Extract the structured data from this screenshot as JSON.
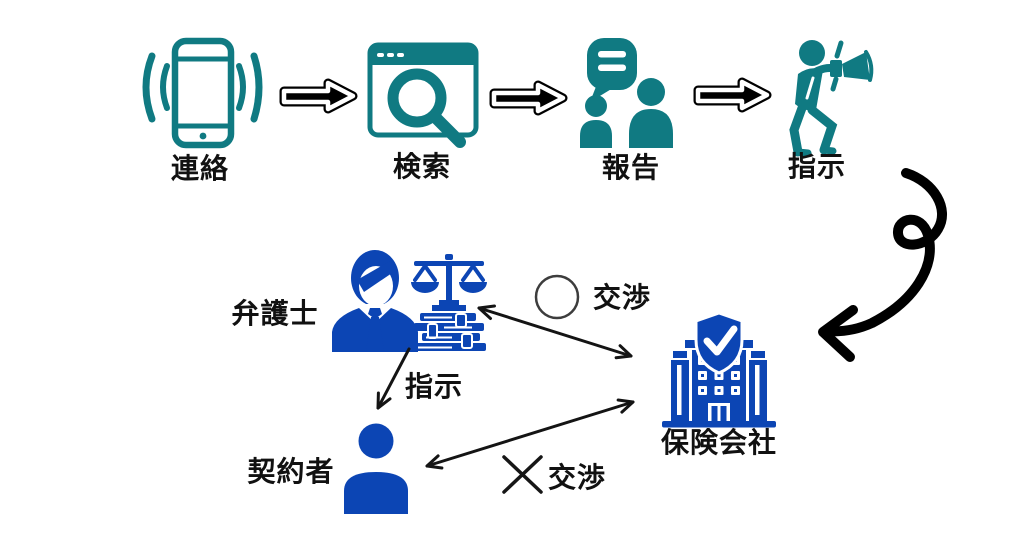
{
  "colors": {
    "teal": "#107A82",
    "blue": "#0C45B4",
    "arrow_black": "#111111"
  },
  "top_flow": {
    "steps": [
      {
        "label": "連絡",
        "icon": "ringing-phone-icon"
      },
      {
        "label": "検索",
        "icon": "browser-search-icon"
      },
      {
        "label": "報告",
        "icon": "report-people-icon"
      },
      {
        "label": "指示",
        "icon": "megaphone-person-icon"
      }
    ],
    "connector": "block-arrow-right"
  },
  "bottom": {
    "lawyer": {
      "label": "弁護士",
      "icon": "lawyer-scales-icon"
    },
    "policyholder": {
      "label": "契約者",
      "icon": "policyholder-person-icon"
    },
    "insurer": {
      "label": "保険会社",
      "icon": "insurance-building-shield-icon"
    },
    "edges": {
      "lawyer_insurer": {
        "marker": "○",
        "label": "交渉",
        "direction": "both"
      },
      "lawyer_policyholder": {
        "label": "指示",
        "direction": "to-policyholder"
      },
      "policyholder_insurer": {
        "marker": "✕",
        "label": "交渉",
        "direction": "both"
      }
    }
  }
}
